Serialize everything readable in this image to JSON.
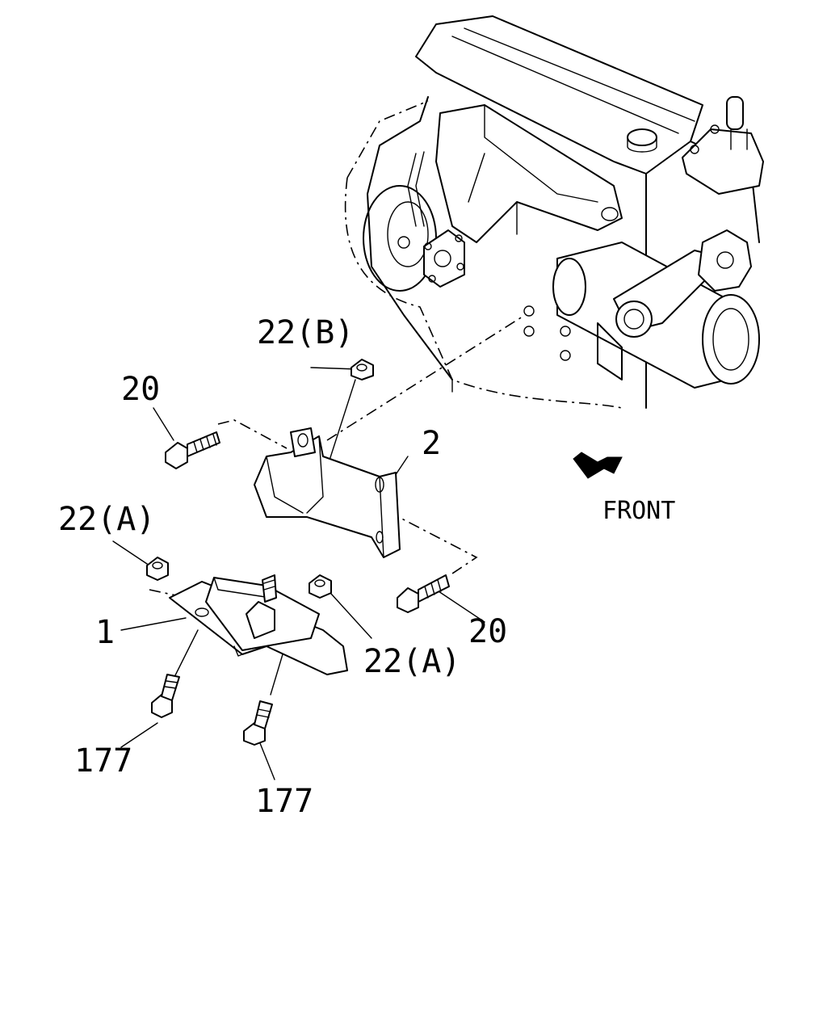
{
  "labels": {
    "part_22b": "22(B)",
    "part_20_upper": "20",
    "part_2": "2",
    "part_22a_left": "22(A)",
    "part_1": "1",
    "part_20_lower": "20",
    "part_22a_right": "22(A)",
    "part_177_left": "177",
    "part_177_right": "177",
    "front": "FRONT"
  },
  "icons": {
    "front_arrow": "front-direction-arrow-icon"
  }
}
